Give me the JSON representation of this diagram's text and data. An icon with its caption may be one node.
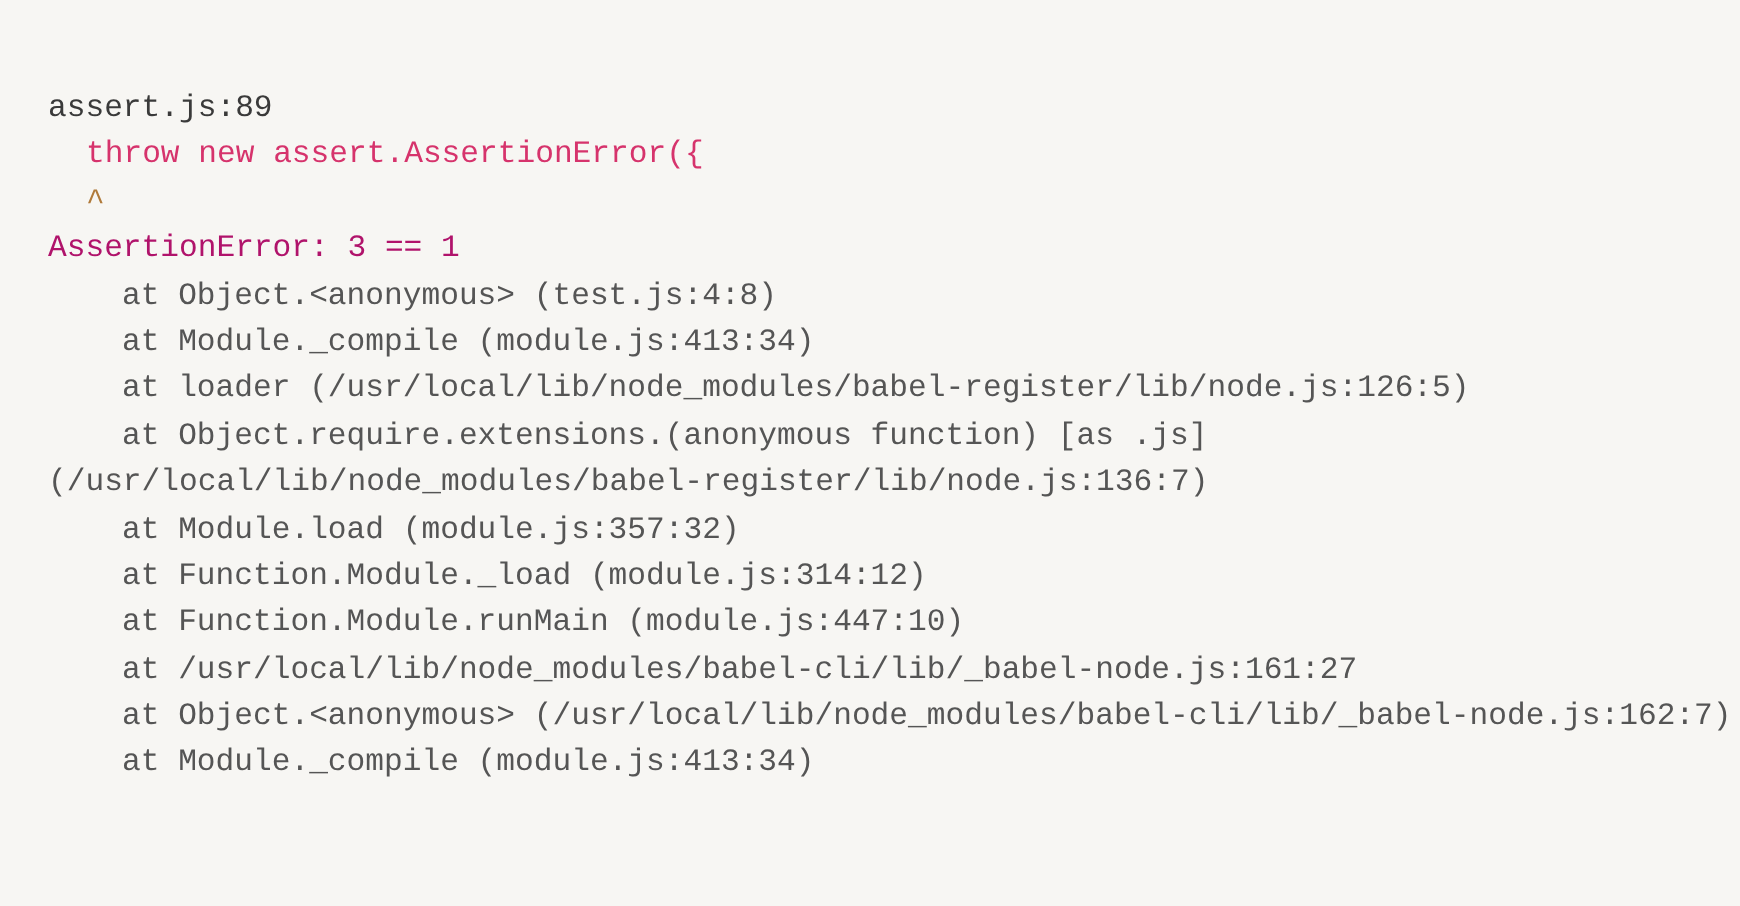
{
  "diagram": {
    "labels": [
      "assert.js:89",
      "throw new assert.AssertionError({",
      "^",
      "AssertionError: 3 == 1",
      "at Object.<anonymous> (test.js:4:8)",
      "at Module._compile (module.js:413:34)",
      "at loader (/usr/local/lib/node_modules/babel-register/lib/node.js:126:5)",
      "at Object.require.extensions.(anonymous function) [as .js]",
      "(/usr/local/lib/node_modules/babel-register/lib/node.js:136:7)",
      "at Module.load (module.js:357:32)",
      "at Function.Module._load (module.js:314:12)",
      "at Function.Module.runMain (module.js:447:10)",
      "at /usr/local/lib/node_modules/babel-cli/lib/_babel-node.js:161:27",
      "at Object.<anonymous> (/usr/local/lib/node_modules/babel-cli/lib/_babel-node.js:162:7)",
      "at Module._compile (module.js:413:34)"
    ]
  }
}
